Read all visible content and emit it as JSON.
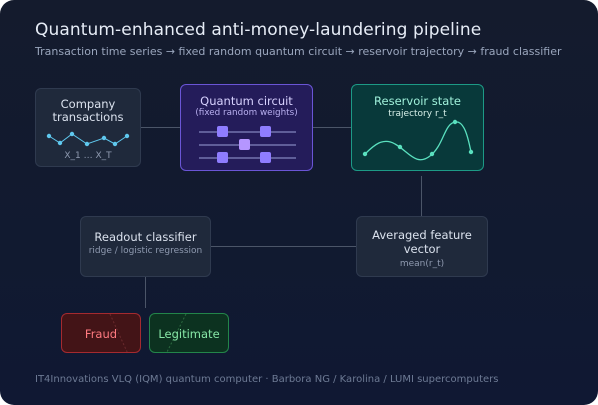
{
  "header": {
    "title": "Quantum-enhanced anti-money-laundering pipeline",
    "subtitle": "Transaction time series → fixed random quantum circuit → reservoir trajectory → fraud classifier"
  },
  "nodes": {
    "company": {
      "line1": "Company",
      "line2": "transactions",
      "series_label": "X_1 … X_T"
    },
    "quantum": {
      "title": "Quantum circuit",
      "subtitle": "(fixed random weights)"
    },
    "reservoir": {
      "title": "Reservoir state",
      "subtitle": "trajectory r_t"
    },
    "feature": {
      "line1": "Averaged feature",
      "line2": "vector",
      "sub": "mean(r_t)"
    },
    "readout": {
      "title": "Readout classifier",
      "sub": "ridge / logistic regression"
    },
    "fraud": {
      "label": "Fraud"
    },
    "legit": {
      "label": "Legitimate"
    }
  },
  "footer": {
    "text": "IT4Innovations VLQ (IQM) quantum computer · Barbora NG / Karolina / LUMI supercomputers"
  },
  "colors": {
    "accent_violet": "#8f7dff",
    "accent_teal": "#5ae0bf",
    "series_blue": "#5fc8ee",
    "fraud": "#ff7a80",
    "legit": "#86e6a6"
  }
}
